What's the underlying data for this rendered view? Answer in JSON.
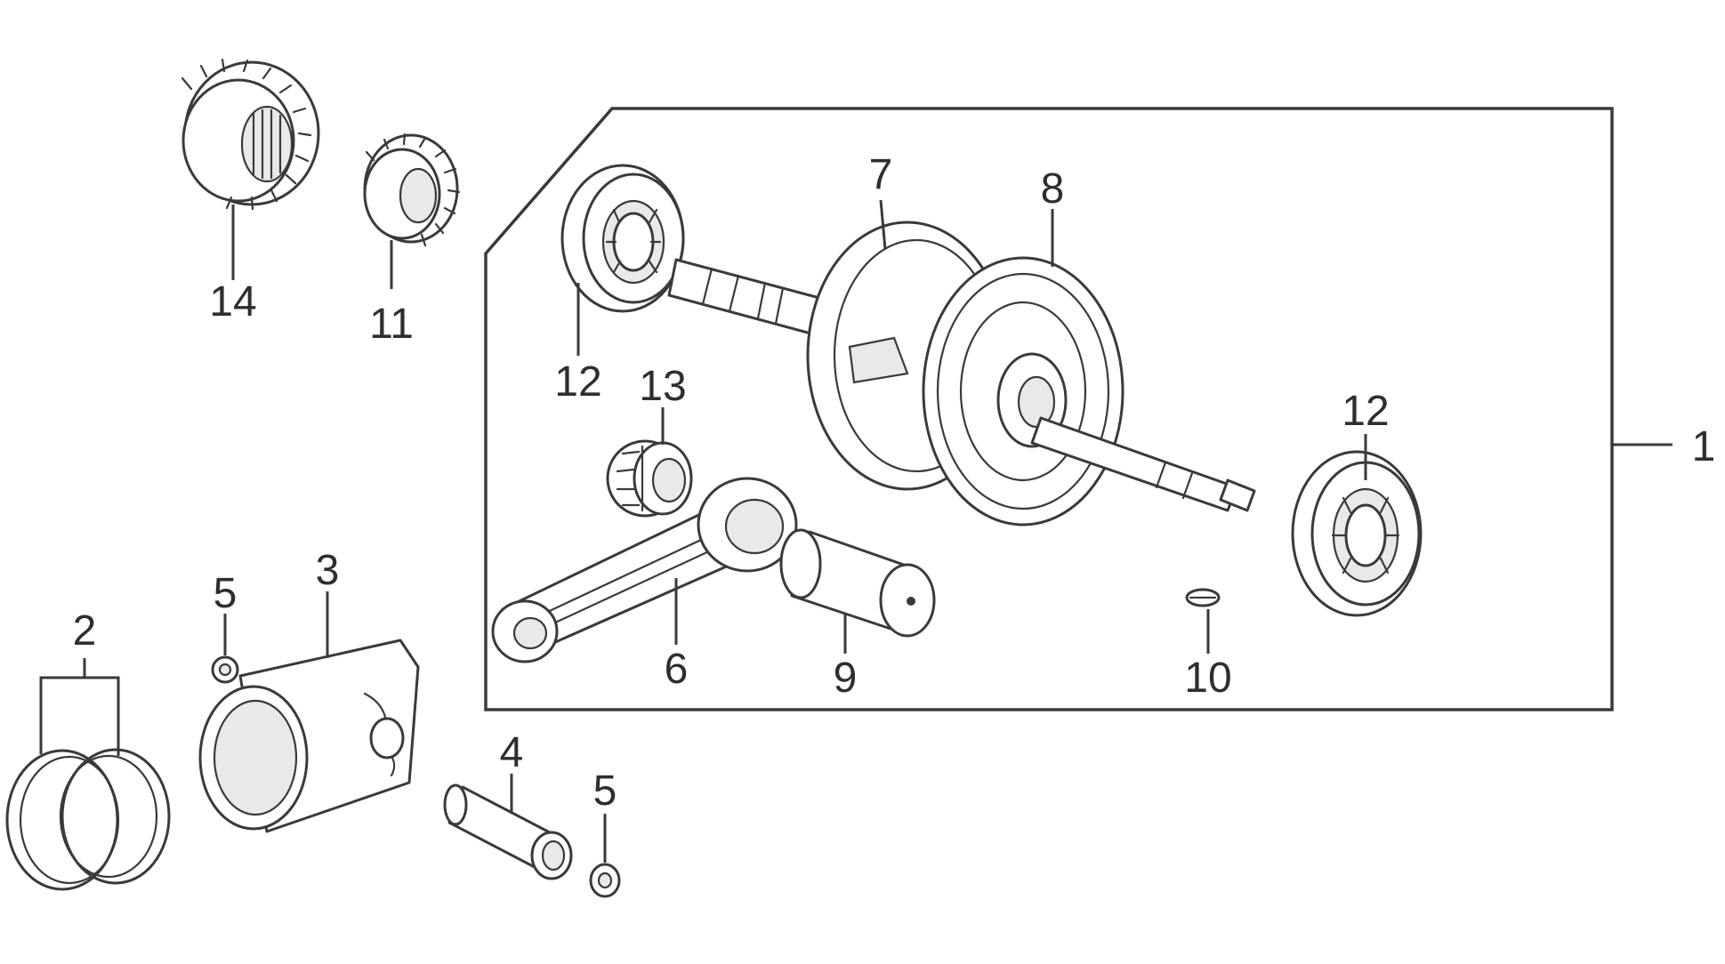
{
  "diagram": {
    "type": "exploded parts diagram",
    "callouts": {
      "assembly": "1",
      "piston_rings": "2",
      "piston": "3",
      "piston_pin": "4",
      "pin_clip_upper": "5",
      "pin_clip_lower": "5",
      "connecting_rod": "6",
      "crank_left": "7",
      "crank_right": "8",
      "crank_pin": "9",
      "woodruff_key": "10",
      "gear_small": "11",
      "bearing_left": "12",
      "bearing_right": "12",
      "needle_bearing": "13",
      "gear_large": "14"
    },
    "colors": {
      "line": "#3a3a3a",
      "background": "#ffffff"
    }
  }
}
